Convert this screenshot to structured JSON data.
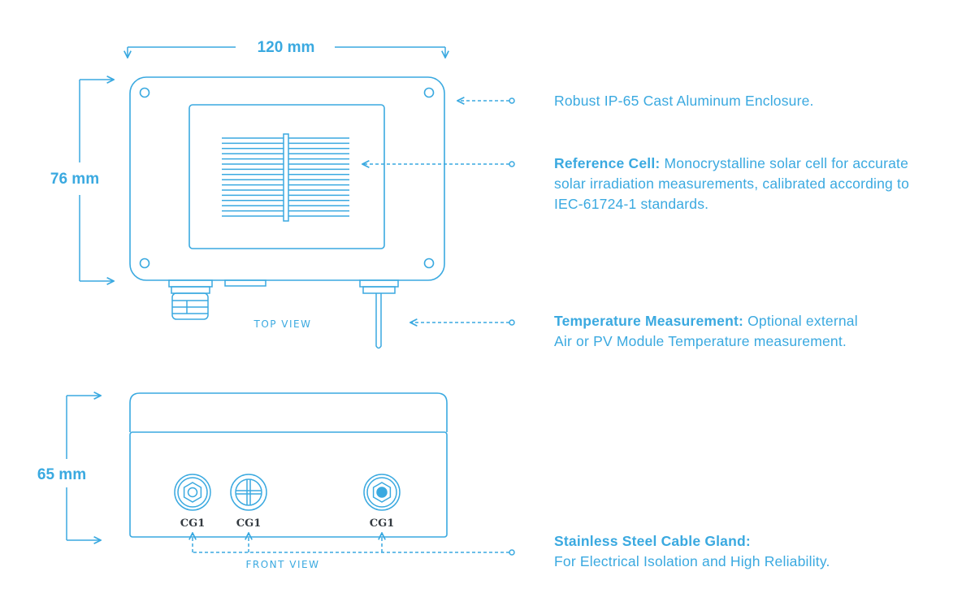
{
  "colors": {
    "accent": "#3aa9e0",
    "gland_label": "#333a40",
    "background": "#ffffff"
  },
  "dimensions": {
    "width": "120 mm",
    "height": "76 mm",
    "depth": "65 mm"
  },
  "views": {
    "top": "TOP VIEW",
    "front": "FRONT VIEW"
  },
  "gland_labels": [
    "CG1",
    "CG1",
    "CG1"
  ],
  "callouts": {
    "enclosure": {
      "text": "Robust IP-65 Cast Aluminum Enclosure."
    },
    "reference_cell": {
      "title": "Reference Cell:",
      "text": " Monocrystalline solar cell for accurate solar irradiation measurements, calibrated according to IEC-61724-1 standards."
    },
    "temperature": {
      "title": "Temperature Measurement:",
      "text": " Optional external Air or PV Module Temperature measurement."
    },
    "cable_gland": {
      "title": "Stainless Steel Cable Gland:",
      "text": "For Electrical Isolation and High Reliability."
    }
  }
}
